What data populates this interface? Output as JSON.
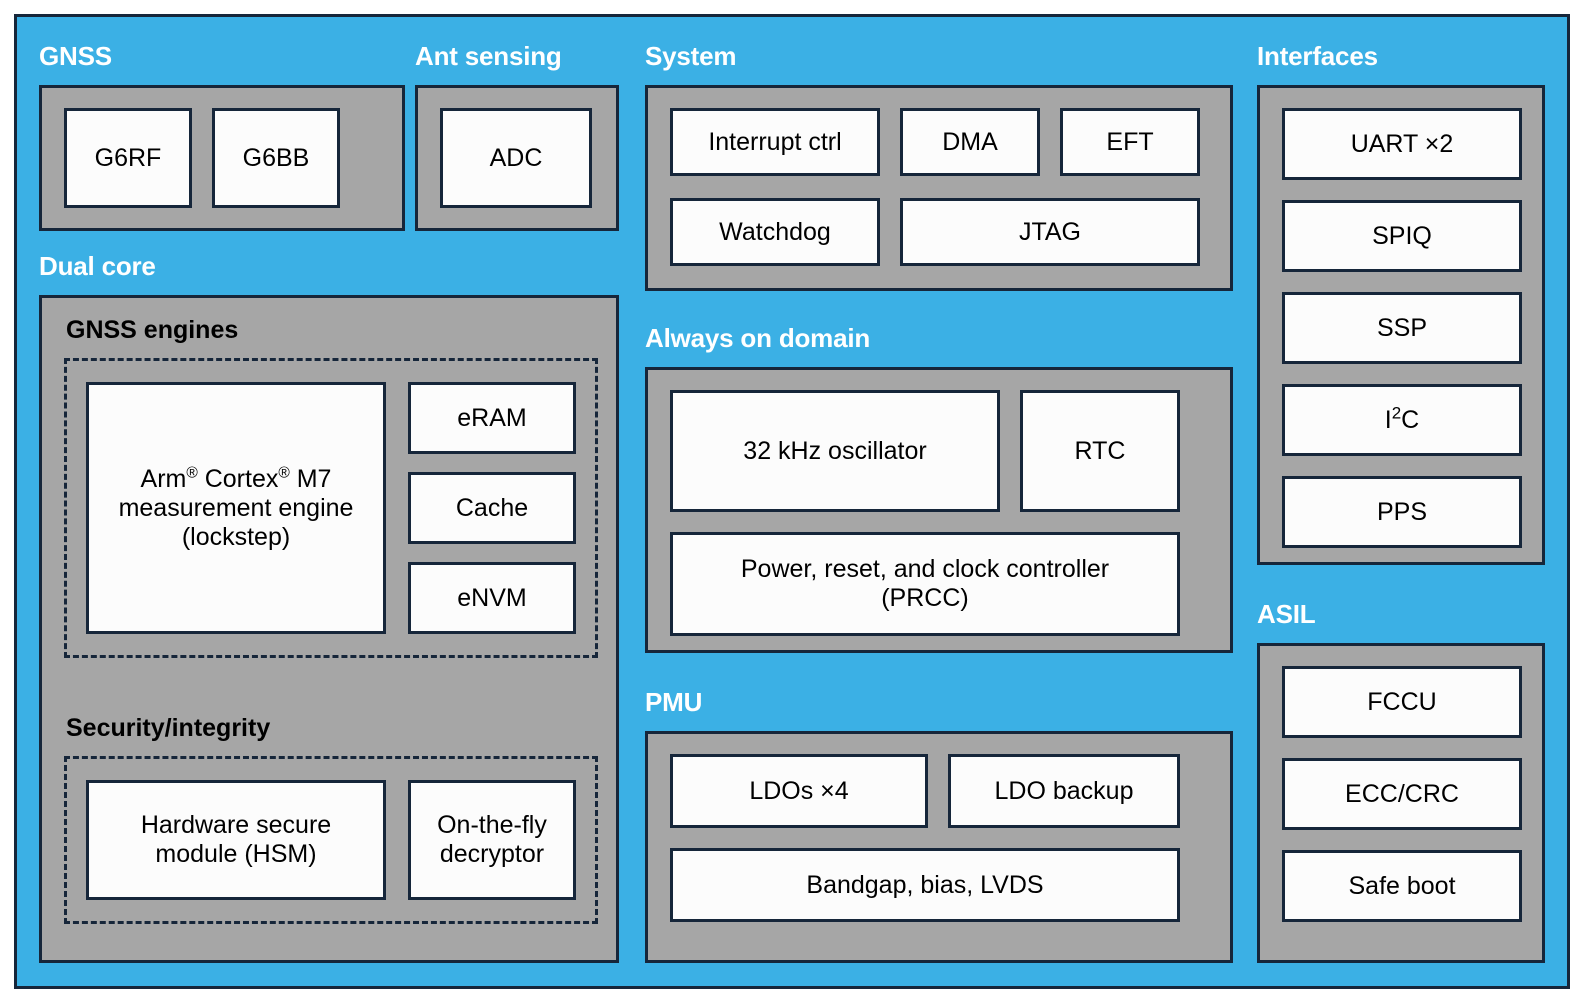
{
  "theme": {
    "background_blue": "#3BB0E5",
    "group_grey": "#A6A6A6",
    "block_white": "#FCFCFC",
    "border_dark": "#16263a",
    "header_text": "#FFFFFF",
    "block_text": "#000000"
  },
  "sections": {
    "gnss": {
      "title": "GNSS",
      "blocks": [
        {
          "label": "G6RF"
        },
        {
          "label": "G6BB"
        }
      ]
    },
    "ant_sensing": {
      "title": "Ant sensing",
      "blocks": [
        {
          "label": "ADC"
        }
      ]
    },
    "dual_core": {
      "title": "Dual core",
      "gnss_engines": {
        "title": "GNSS engines",
        "core_block": {
          "line1_prefix": "Arm",
          "line1_mid": " Cortex",
          "line1_suffix": " M7",
          "registered": "®",
          "line2": "measurement engine",
          "line3": "(lockstep)"
        },
        "memories": [
          {
            "label": "eRAM"
          },
          {
            "label": "Cache"
          },
          {
            "label": "eNVM"
          }
        ]
      },
      "security": {
        "title": "Security/integrity",
        "blocks": [
          {
            "line1": "Hardware secure",
            "line2": "module (HSM)"
          },
          {
            "line1": "On-the-fly",
            "line2": "decryptor"
          }
        ]
      }
    },
    "system": {
      "title": "System",
      "row1": [
        {
          "label": "Interrupt ctrl"
        },
        {
          "label": "DMA"
        },
        {
          "label": "EFT"
        }
      ],
      "row2": [
        {
          "label": "Watchdog"
        },
        {
          "label": "JTAG"
        }
      ]
    },
    "always_on": {
      "title": "Always on domain",
      "row1": [
        {
          "label": "32 kHz oscillator"
        },
        {
          "label": "RTC"
        }
      ],
      "row2": [
        {
          "line1": "Power, reset, and clock controller",
          "line2": "(PRCC)"
        }
      ]
    },
    "pmu": {
      "title": "PMU",
      "row1": [
        {
          "label": "LDOs ×4"
        },
        {
          "label": "LDO backup"
        }
      ],
      "row2": [
        {
          "label": "Bandgap, bias, LVDS"
        }
      ]
    },
    "interfaces": {
      "title": "Interfaces",
      "blocks": [
        {
          "label": "UART ×2"
        },
        {
          "label": "SPIQ"
        },
        {
          "label": "SSP"
        },
        {
          "label": "I2C",
          "superscript": "2",
          "base_prefix": "I",
          "base_suffix": "C"
        },
        {
          "label": "PPS"
        }
      ]
    },
    "asil": {
      "title": "ASIL",
      "blocks": [
        {
          "label": "FCCU"
        },
        {
          "label": "ECC/CRC"
        },
        {
          "label": "Safe boot"
        }
      ]
    }
  }
}
